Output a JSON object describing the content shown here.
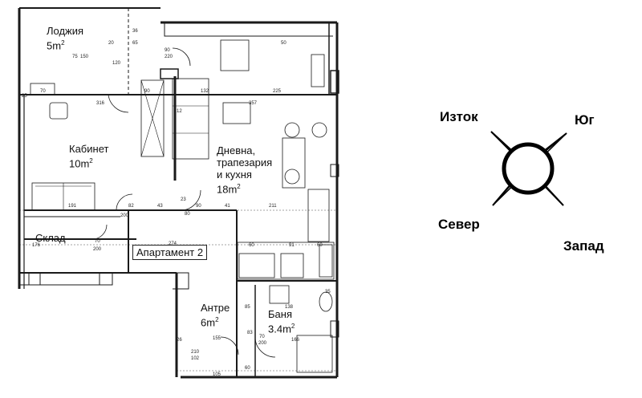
{
  "plan": {
    "apartment": "Апартамент 2",
    "rooms": [
      {
        "id": "loggia",
        "name": "Лоджия",
        "area": "5m",
        "sup": "2"
      },
      {
        "id": "study",
        "name": "Кабинет",
        "area": "10m",
        "sup": "2"
      },
      {
        "id": "living",
        "name": "Дневна,",
        "name2": "трапезария",
        "name3": "и кухня",
        "area": "18m",
        "sup": "2"
      },
      {
        "id": "storage",
        "name": "Склад"
      },
      {
        "id": "hall",
        "name": "Антре",
        "area": "6m",
        "sup": "2"
      },
      {
        "id": "bath",
        "name": "Баня",
        "area": "3.4m",
        "sup": "2"
      }
    ],
    "dimensions": [
      "70",
      "316",
      "90",
      "132",
      "357",
      "225",
      "191",
      "82",
      "43",
      "23",
      "90",
      "41",
      "211",
      "274",
      "176",
      "70",
      "200",
      "60",
      "91",
      "60",
      "138",
      "155",
      "70",
      "200",
      "105",
      "166",
      "25",
      "12",
      "220",
      "150",
      "75",
      "120",
      "90",
      "210",
      "102",
      "85",
      "26",
      "60",
      "20",
      "65",
      "83",
      "200",
      "80",
      "35",
      "36",
      "50"
    ]
  },
  "compass": {
    "east": "Изток",
    "south": "Юг",
    "north": "Север",
    "west": "Запад"
  },
  "colors": {
    "wall": "#1a1a1a",
    "text": "#111111",
    "background": "#ffffff"
  }
}
